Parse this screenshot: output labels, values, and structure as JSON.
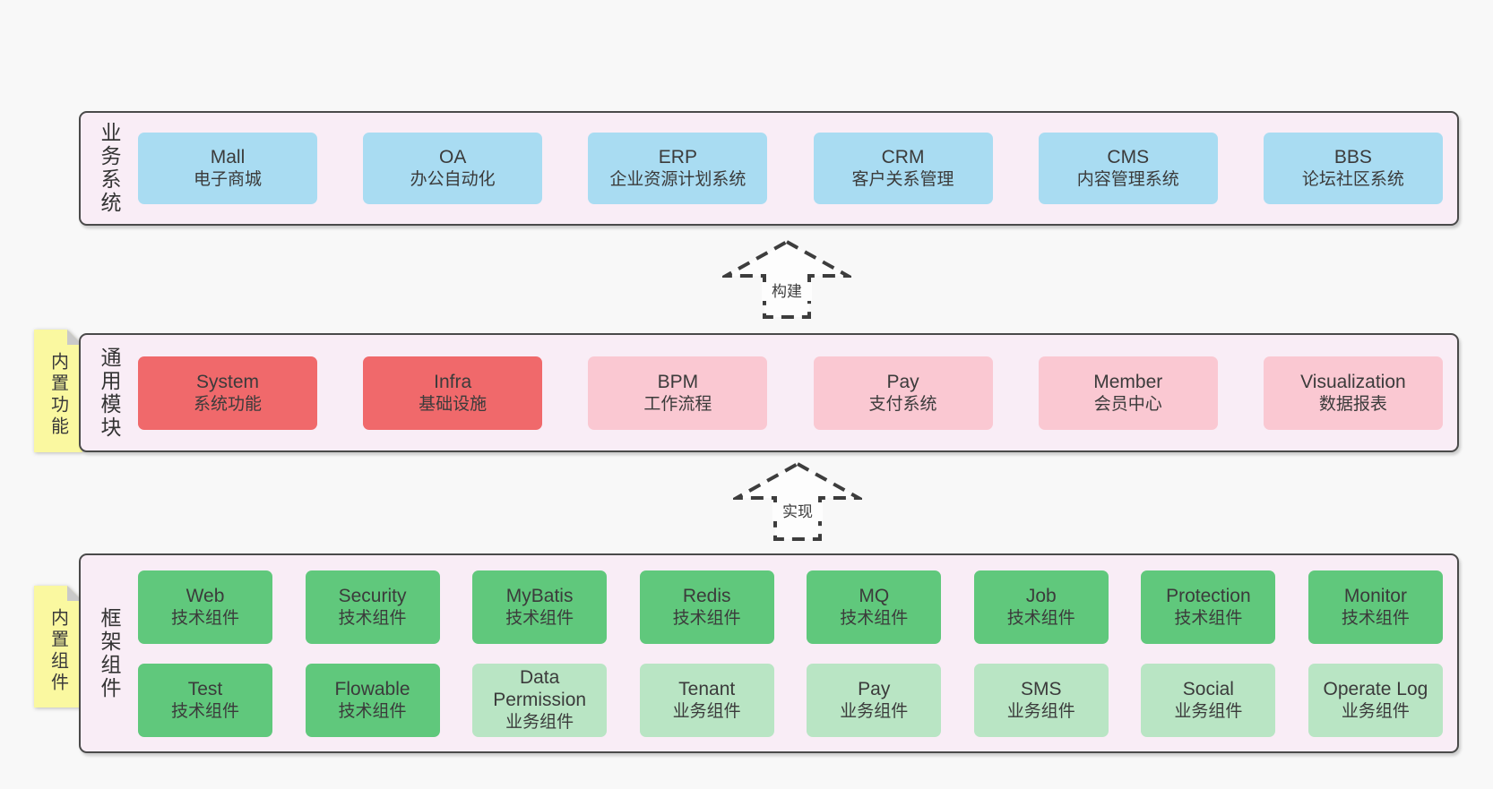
{
  "palette": {
    "page_background": "#f8f8f8",
    "panel_background": "#f9edf6",
    "panel_border": "#4a4a4a",
    "business_box": "#a9dcf2",
    "core_module_box": "#f0696b",
    "module_box": "#fac8d2",
    "tech_component_box": "#60c87c",
    "biz_component_box": "#b9e5c4",
    "sticky_note": "#faf8a0",
    "sticky_fold": "#c9c9c9",
    "text": "#3b3b3b"
  },
  "arrows": [
    {
      "label": "构建"
    },
    {
      "label": "实现"
    }
  ],
  "sections": [
    {
      "label": "业务系统",
      "boxes": [
        {
          "name": "Mall",
          "subtitle": "电子商城",
          "variant": "blue"
        },
        {
          "name": "OA",
          "subtitle": "办公自动化",
          "variant": "blue"
        },
        {
          "name": "ERP",
          "subtitle": "企业资源计划系统",
          "variant": "blue"
        },
        {
          "name": "CRM",
          "subtitle": "客户关系管理",
          "variant": "blue"
        },
        {
          "name": "CMS",
          "subtitle": "内容管理系统",
          "variant": "blue"
        },
        {
          "name": "BBS",
          "subtitle": "论坛社区系统",
          "variant": "blue"
        }
      ]
    },
    {
      "label": "通用模块",
      "sticky": "内置功能",
      "boxes": [
        {
          "name": "System",
          "subtitle": "系统功能",
          "variant": "red"
        },
        {
          "name": "Infra",
          "subtitle": "基础设施",
          "variant": "red"
        },
        {
          "name": "BPM",
          "subtitle": "工作流程",
          "variant": "pink"
        },
        {
          "name": "Pay",
          "subtitle": "支付系统",
          "variant": "pink"
        },
        {
          "name": "Member",
          "subtitle": "会员中心",
          "variant": "pink"
        },
        {
          "name": "Visualization",
          "subtitle": "数据报表",
          "variant": "pink"
        }
      ]
    },
    {
      "label": "框架组件",
      "sticky": "内置组件",
      "rows": [
        [
          {
            "name": "Web",
            "subtitle": "技术组件",
            "variant": "green"
          },
          {
            "name": "Security",
            "subtitle": "技术组件",
            "variant": "green"
          },
          {
            "name": "MyBatis",
            "subtitle": "技术组件",
            "variant": "green"
          },
          {
            "name": "Redis",
            "subtitle": "技术组件",
            "variant": "green"
          },
          {
            "name": "MQ",
            "subtitle": "技术组件",
            "variant": "green"
          },
          {
            "name": "Job",
            "subtitle": "技术组件",
            "variant": "green"
          },
          {
            "name": "Protection",
            "subtitle": "技术组件",
            "variant": "green"
          },
          {
            "name": "Monitor",
            "subtitle": "技术组件",
            "variant": "green"
          }
        ],
        [
          {
            "name": "Test",
            "subtitle": "技术组件",
            "variant": "green"
          },
          {
            "name": "Flowable",
            "subtitle": "技术组件",
            "variant": "green"
          },
          {
            "name": "Data Permission",
            "subtitle": "业务组件",
            "variant": "lightgreen"
          },
          {
            "name": "Tenant",
            "subtitle": "业务组件",
            "variant": "lightgreen"
          },
          {
            "name": "Pay",
            "subtitle": "业务组件",
            "variant": "lightgreen"
          },
          {
            "name": "SMS",
            "subtitle": "业务组件",
            "variant": "lightgreen"
          },
          {
            "name": "Social",
            "subtitle": "业务组件",
            "variant": "lightgreen"
          },
          {
            "name": "Operate Log",
            "subtitle": "业务组件",
            "variant": "lightgreen"
          }
        ]
      ]
    }
  ]
}
